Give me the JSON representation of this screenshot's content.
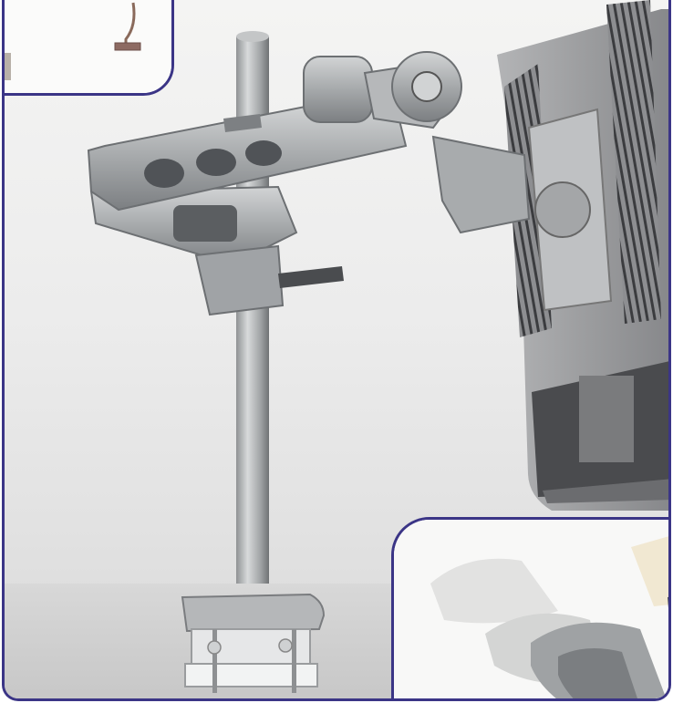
{
  "image": {
    "subject": "monitor-arm-photo",
    "insets": [
      "top-left",
      "bottom-right"
    ]
  },
  "colors": {
    "border": "#3b3586",
    "metal": "#a9abad",
    "metal_dark": "#777a7e",
    "monitor": "#9a9b9d",
    "desk": "#d9d9d9"
  }
}
